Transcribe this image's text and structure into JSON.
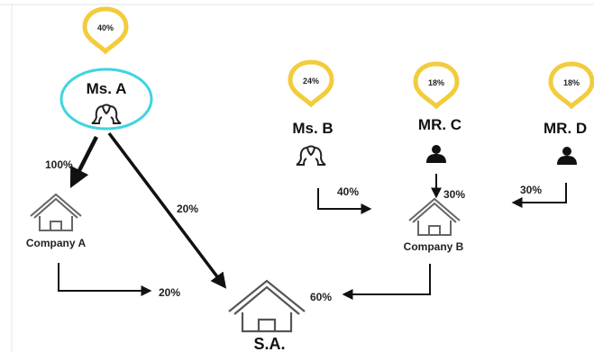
{
  "people": [
    {
      "name": "Ms. A",
      "share": "40%"
    },
    {
      "name": "Ms. B",
      "share": "24%"
    },
    {
      "name": "MR. C",
      "share": "18%"
    },
    {
      "name": "MR. D",
      "share": "18%"
    }
  ],
  "companies": {
    "company_a": "Company A",
    "company_b": "Company B",
    "sa": "S.A."
  },
  "edges": {
    "a_to_company_a": "100%",
    "a_to_sa": "20%",
    "company_a_to_sa": "20%",
    "b_to_company_b": "40%",
    "c_to_company_b": "30%",
    "d_to_company_b": "30%",
    "company_b_to_sa": "60%"
  },
  "colors": {
    "pin": "#f2cc3d",
    "highlight": "#3fd4e0",
    "arrow": "#111111",
    "house": "#666666"
  },
  "icons": {
    "pin": "location-pin-icon",
    "woman": "woman-icon",
    "man": "man-icon",
    "house": "house-icon"
  }
}
